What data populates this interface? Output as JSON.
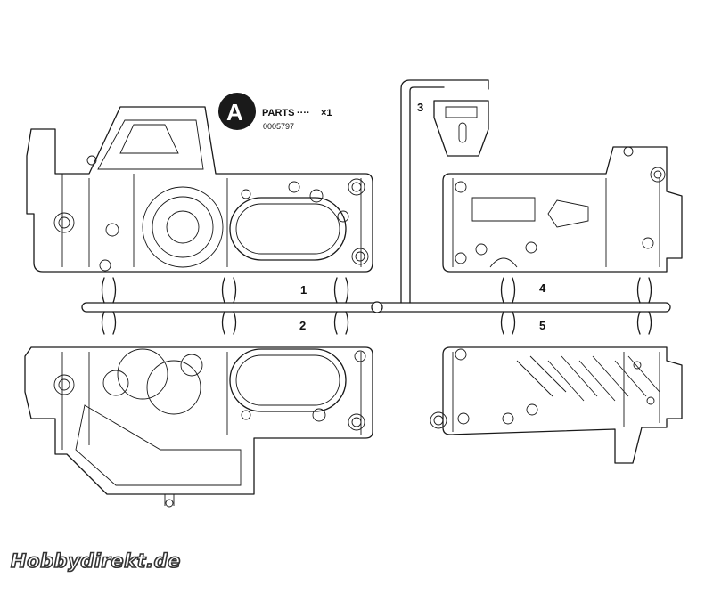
{
  "header": {
    "badge_letter": "A",
    "parts_text": "PARTS",
    "dots": "····",
    "quantity": "×1",
    "part_number": "0005797"
  },
  "part_labels": [
    "1",
    "2",
    "3",
    "4",
    "5"
  ],
  "watermark": "Hobbydirekt.de"
}
